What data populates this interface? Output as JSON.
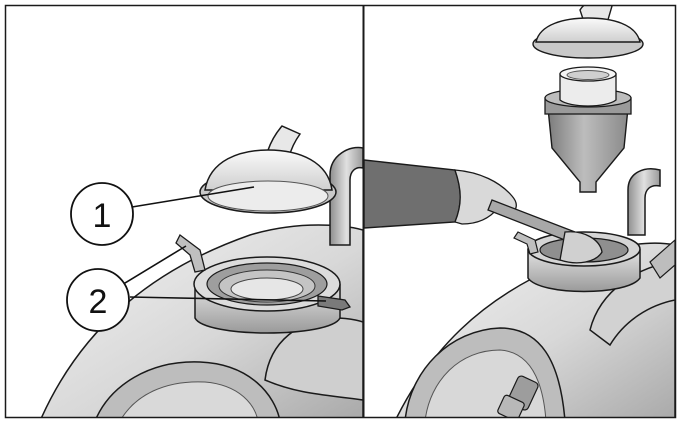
{
  "figure": {
    "callouts": [
      {
        "number": "1",
        "target": "lid"
      },
      {
        "number": "2",
        "target": "clamps"
      }
    ]
  },
  "colors": {
    "outline": "#1a1a1a",
    "body_light": "#e9e9e9",
    "body_mid": "#c9c9c9",
    "body_dark": "#9c9c9c",
    "sleeve": "#6e6e6e",
    "glove": "#d6d6d6",
    "background": "#ffffff"
  }
}
